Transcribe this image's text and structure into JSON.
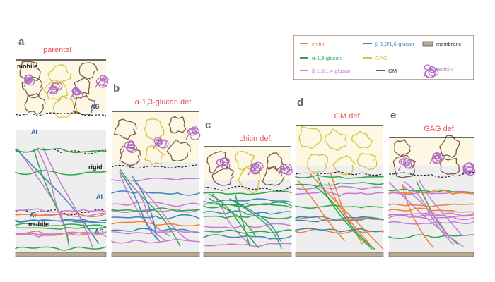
{
  "colors": {
    "chitin": "#f07f3c",
    "b13glucan": "#3a86b4",
    "a13glucan": "#2fa64b",
    "gag": "#d9c23f",
    "b1314glucan": "#c77ccf",
    "gm": "#7b5a45",
    "protein": "#b36fc7",
    "title": "#e8554e",
    "ann_blue": "#2b5a9c",
    "membrane": "#b9a890",
    "rigid_bg": "#eeeeee",
    "gag_bg": "#fdf8e3"
  },
  "legend": {
    "items": [
      {
        "key": "chitin",
        "label": "chitin"
      },
      {
        "key": "b13glucan",
        "label": "β-1,3/1,6-glucan"
      },
      {
        "key": "membrane",
        "label": "membrane"
      },
      {
        "key": "a13glucan",
        "label": "α-1,3-glucan"
      },
      {
        "key": "gag",
        "label": "GAG"
      },
      {
        "key": "b1314glucan",
        "label": "β-1,3/1,4-glucan"
      },
      {
        "key": "gm",
        "label": "GM"
      },
      {
        "key": "protein",
        "label": "protein"
      }
    ]
  },
  "panels": [
    {
      "letter": "a",
      "title": "parental",
      "annotations": [
        {
          "text": "mobile",
          "color": "black"
        },
        {
          "text": "AS",
          "color": "blue"
        },
        {
          "text": "AI",
          "color": "blue"
        },
        {
          "text": "rigid",
          "color": "black"
        },
        {
          "text": "AI",
          "color": "blue"
        },
        {
          "text": "AI",
          "color": "blue"
        },
        {
          "text": "mobile",
          "color": "black"
        },
        {
          "text": "AS",
          "color": "blue"
        }
      ]
    },
    {
      "letter": "b",
      "title": "α-1,3-glucan def.",
      "annotations": []
    },
    {
      "letter": "c",
      "title": "chitin def.",
      "annotations": []
    },
    {
      "letter": "d",
      "title": "GM def.",
      "annotations": []
    },
    {
      "letter": "e",
      "title": "GAG def.",
      "annotations": []
    }
  ]
}
